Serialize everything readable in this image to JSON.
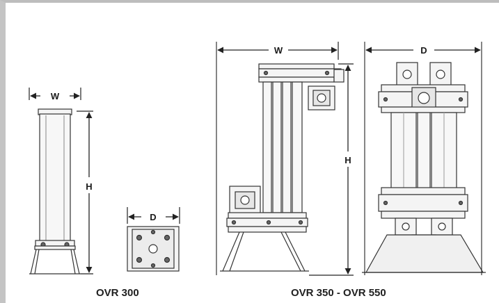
{
  "labels": {
    "ovr300_width": "W",
    "ovr300_height": "H",
    "ovr300_depth": "D",
    "ovr350_width": "W",
    "ovr350_height": "H",
    "ovr350_depth": "D"
  },
  "captions": {
    "left": "OVR 300",
    "right": "OVR 350 - OVR 550"
  },
  "colors": {
    "frame": "#c4c4c4",
    "line": "#333333",
    "fill": "#f2f2f2",
    "dark": "#555555"
  }
}
